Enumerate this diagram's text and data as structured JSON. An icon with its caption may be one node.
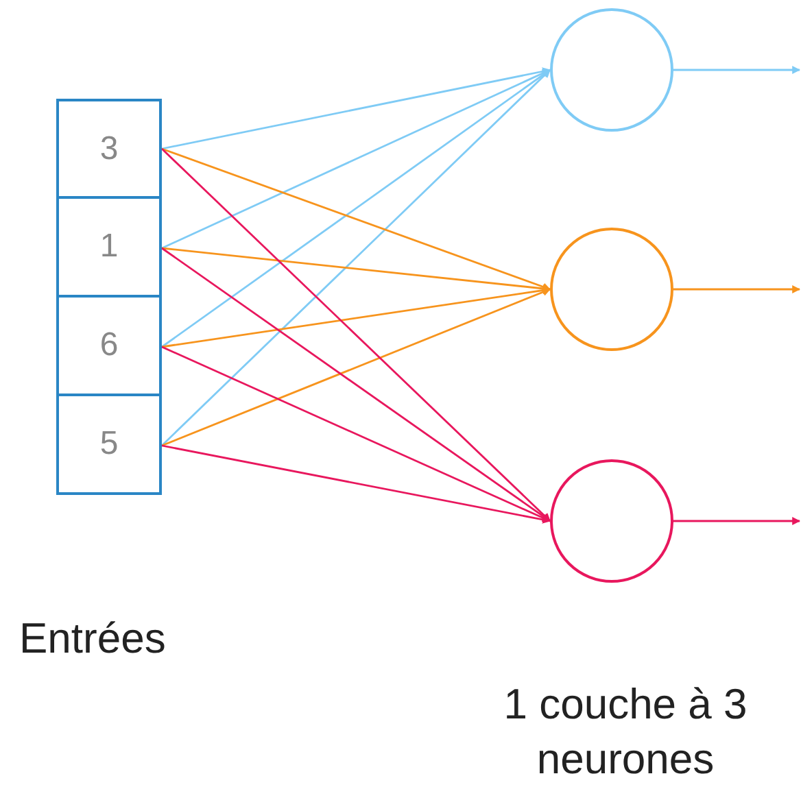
{
  "diagram": {
    "nodes": [
      {
        "text": [
          "3"
        ]
      },
      {
        "text": [
          "1"
        ]
      },
      {
        "text": [
          "6"
        ]
      },
      {
        "text": [
          "5"
        ]
      },
      {
        "text": [],
        "shape": "circle"
      },
      {
        "text": [],
        "shape": "circle"
      },
      {
        "text": [],
        "shape": "circle"
      }
    ],
    "edges": [
      {
        "from": 0,
        "to": 4,
        "arrow": "to",
        "color": "#7fcbf5"
      },
      {
        "from": 1,
        "to": 4,
        "arrow": "to",
        "color": "#7fcbf5"
      },
      {
        "from": 2,
        "to": 4,
        "arrow": "to",
        "color": "#7fcbf5"
      },
      {
        "from": 3,
        "to": 4,
        "arrow": "to",
        "color": "#7fcbf5"
      },
      {
        "from": 0,
        "to": 5,
        "arrow": "to",
        "color": "#f7941d"
      },
      {
        "from": 1,
        "to": 5,
        "arrow": "to",
        "color": "#f7941d"
      },
      {
        "from": 2,
        "to": 5,
        "arrow": "to",
        "color": "#f7941d"
      },
      {
        "from": 3,
        "to": 5,
        "arrow": "to",
        "color": "#f7941d"
      },
      {
        "from": 0,
        "to": 6,
        "arrow": "to",
        "color": "#e8175d"
      },
      {
        "from": 1,
        "to": 6,
        "arrow": "to",
        "color": "#e8175d"
      },
      {
        "from": 2,
        "to": 6,
        "arrow": "to",
        "color": "#e8175d"
      },
      {
        "from": 3,
        "to": 6,
        "arrow": "to",
        "color": "#e8175d"
      },
      {
        "from": 4,
        "to": null,
        "arrow": "to",
        "color": "#7fcbf5"
      },
      {
        "from": 5,
        "to": null,
        "arrow": "to",
        "color": "#f7941d"
      },
      {
        "from": 6,
        "to": null,
        "arrow": "to",
        "color": "#e8175d"
      }
    ],
    "labels": [
      "Entrées",
      "1 couche à 3 neurones"
    ]
  }
}
